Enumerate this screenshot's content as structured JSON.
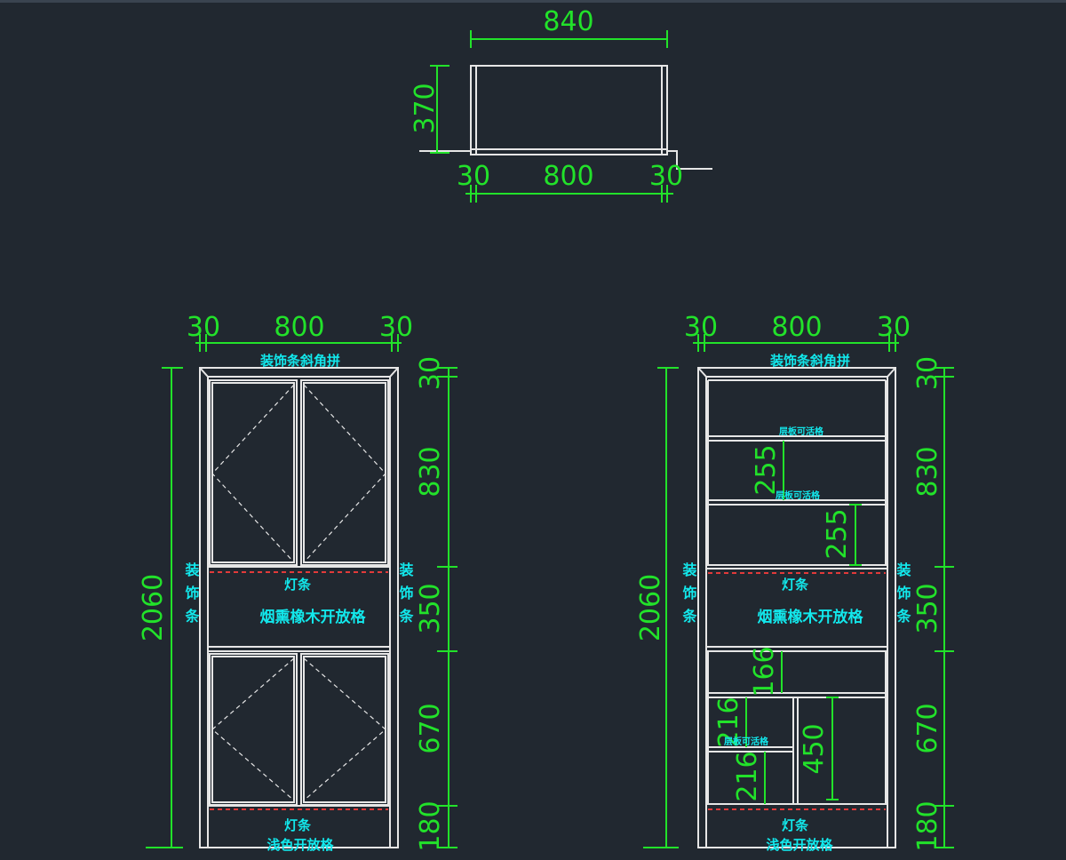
{
  "plan": {
    "overall_width": "840",
    "depth": "370",
    "side_left": "30",
    "inner_width": "800",
    "side_right": "30"
  },
  "front_elevation": {
    "side_left": "30",
    "inner_width": "800",
    "side_right": "30",
    "total_height": "2060",
    "h_top_trim": "30",
    "h_upper": "830",
    "h_middle": "350",
    "h_lower": "670",
    "h_base": "180",
    "label_top": "装饰条斜角拼",
    "label_side_left": "装饰条",
    "label_side_right": "装饰条",
    "label_light_upper": "灯条",
    "label_open_niche": "烟熏橡木开放格",
    "label_light_lower": "灯条",
    "label_base": "浅色开放格"
  },
  "section_elevation": {
    "side_left": "30",
    "inner_width": "800",
    "side_right": "30",
    "total_height": "2060",
    "h_top_trim": "30",
    "h_upper": "830",
    "h_middle": "350",
    "h_lower": "670",
    "h_base": "180",
    "shelf_gap_1": "255",
    "shelf_gap_2": "255",
    "lower_gap_1": "166",
    "lower_gap_2": "216",
    "lower_gap_3": "216",
    "lower_gap_4": "450",
    "label_top": "装饰条斜角拼",
    "label_shelf_1": "层板可活格",
    "label_shelf_2": "层板可活格",
    "label_shelf_3": "层板可活格",
    "label_side_left": "装饰条",
    "label_side_right": "装饰条",
    "label_light_upper": "灯条",
    "label_open_niche": "烟熏橡木开放格",
    "label_light_lower": "灯条",
    "label_base": "浅色开放格"
  },
  "colors": {
    "background": "#212830",
    "dimension": "#22e22a",
    "annotation": "#12e8ec",
    "geometry": "#e6e6e6",
    "light_strip": "#e23a3a"
  }
}
